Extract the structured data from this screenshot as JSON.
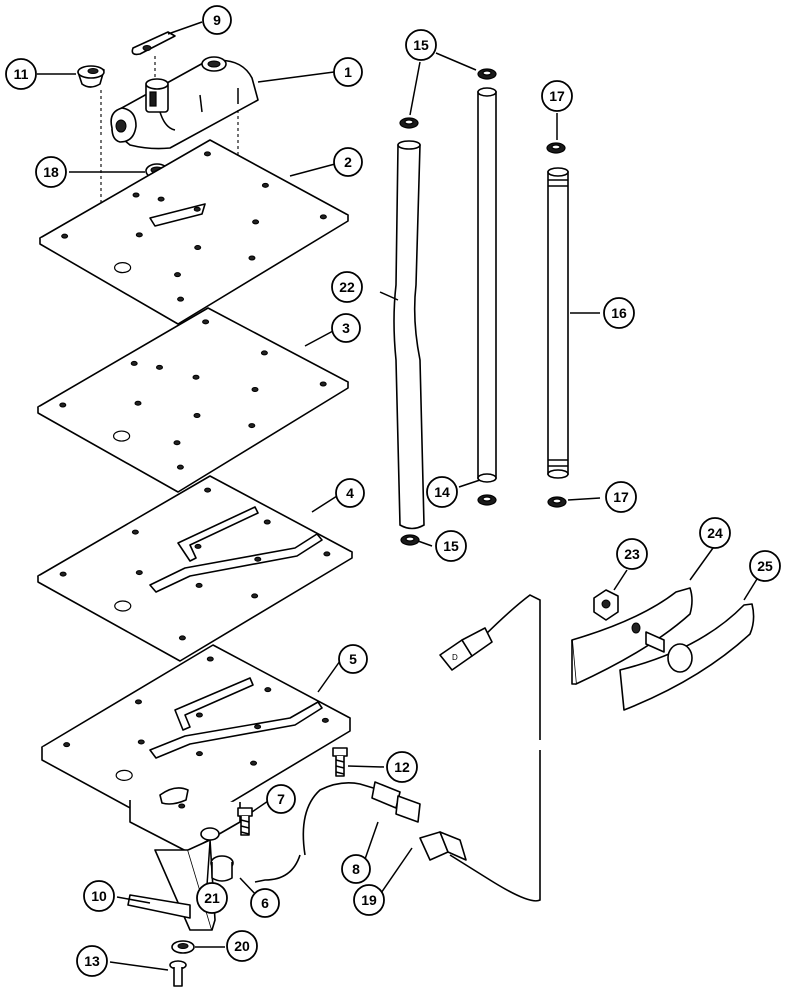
{
  "diagram": {
    "callouts": [
      {
        "id": "c1",
        "label": "1"
      },
      {
        "id": "c2",
        "label": "2"
      },
      {
        "id": "c3",
        "label": "3"
      },
      {
        "id": "c4",
        "label": "4"
      },
      {
        "id": "c5",
        "label": "5"
      },
      {
        "id": "c6",
        "label": "6"
      },
      {
        "id": "c7",
        "label": "7"
      },
      {
        "id": "c8",
        "label": "8"
      },
      {
        "id": "c9",
        "label": "9"
      },
      {
        "id": "c10",
        "label": "10"
      },
      {
        "id": "c11",
        "label": "11"
      },
      {
        "id": "c12",
        "label": "12"
      },
      {
        "id": "c13",
        "label": "13"
      },
      {
        "id": "c14",
        "label": "14"
      },
      {
        "id": "c15a",
        "label": "15"
      },
      {
        "id": "c15b",
        "label": "15"
      },
      {
        "id": "c16",
        "label": "16"
      },
      {
        "id": "c17a",
        "label": "17"
      },
      {
        "id": "c17b",
        "label": "17"
      },
      {
        "id": "c18",
        "label": "18"
      },
      {
        "id": "c19",
        "label": "19"
      },
      {
        "id": "c20",
        "label": "20"
      },
      {
        "id": "c21",
        "label": "21"
      },
      {
        "id": "c22",
        "label": "22"
      },
      {
        "id": "c23",
        "label": "23"
      },
      {
        "id": "c24",
        "label": "24"
      },
      {
        "id": "c25",
        "label": "25"
      }
    ],
    "connector_text": "D"
  }
}
